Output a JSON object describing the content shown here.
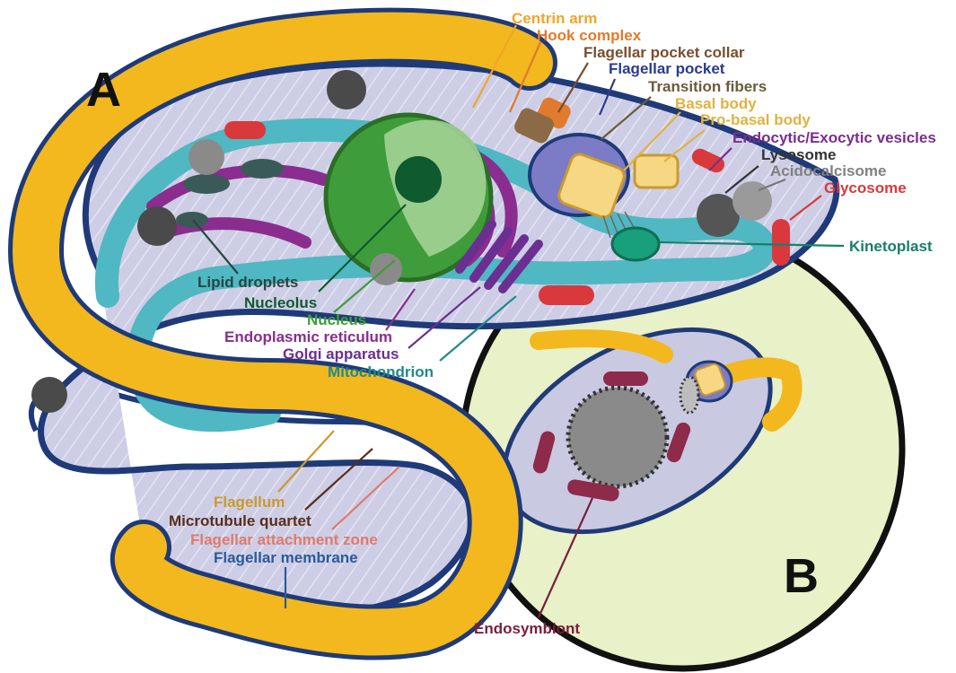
{
  "panels": {
    "a": "A",
    "b": "B"
  },
  "labels": {
    "centrin_arm": "Centrin arm",
    "hook_complex": "Hook complex",
    "flagellar_pocket_collar": "Flagellar pocket collar",
    "flagellar_pocket": "Flagellar pocket",
    "transition_fibers": "Transition fibers",
    "basal_body": "Basal body",
    "pro_basal_body": "Pro-basal body",
    "vesicles": "Endocytic/Exocytic vesicles",
    "lysosome": "Lysosome",
    "acidocalcisome": "Acidocalcisome",
    "glycosome": "Glycosome",
    "kinetoplast": "Kinetoplast",
    "lipid_droplets": "Lipid droplets",
    "nucleolus": "Nucleolus",
    "nucleus": "Nucleus",
    "er": "Endoplasmic reticulum",
    "golgi": "Golgi apparatus",
    "mitochondrion": "Mitochondrion",
    "flagellum": "Flagellum",
    "microtubule_quartet": "Microtubule quartet",
    "faz": "Flagellar attachment zone",
    "flagellar_membrane": "Flagellar membrane",
    "endosymbiont": "Endosymbiont"
  },
  "colors": {
    "flagellum": "#f2b81e",
    "membrane": "#1f3a78",
    "cytoplasm": "#c9c9e2",
    "mitochondrion": "#4fb8c2",
    "er": "#8a2d8f",
    "nucleus": "#3f9c3a",
    "nucleolus": "#0f5a2e",
    "glycosome": "#d9393c",
    "lipid": "#3a5a58",
    "kinetoplast": "#17a07a",
    "circle_bg": "#e8f1c7",
    "endosymbiont": "#8e2a4a"
  }
}
